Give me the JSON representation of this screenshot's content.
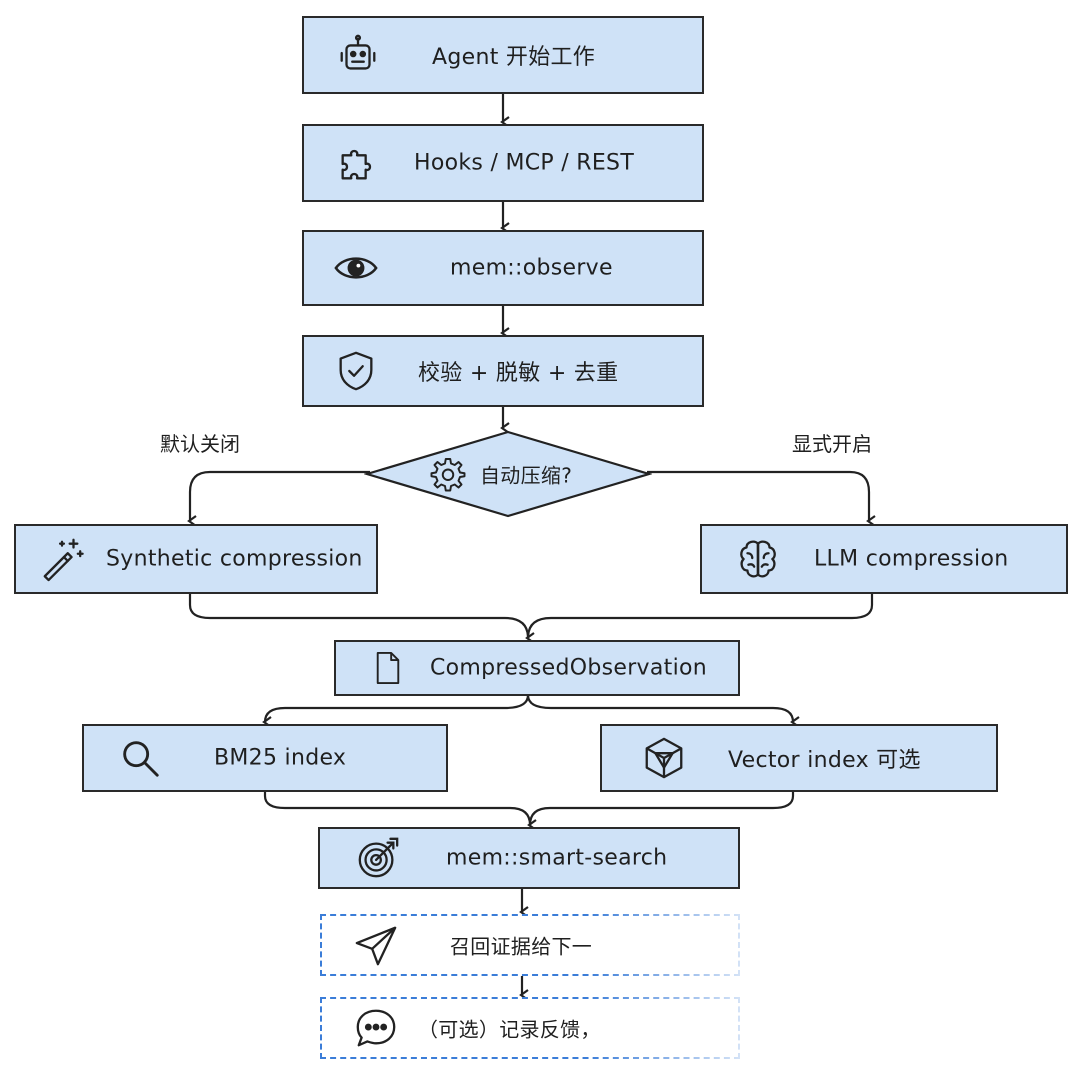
{
  "nodes": {
    "agent_start": {
      "label": "Agent 开始工作",
      "icon": "robot-icon"
    },
    "hooks": {
      "label": "Hooks / MCP / REST",
      "icon": "puzzle-icon"
    },
    "observe": {
      "label": "mem::observe",
      "icon": "eye-icon"
    },
    "validate": {
      "label": "校验 + 脱敏 + 去重",
      "icon": "shield-check-icon"
    },
    "decision": {
      "label": "自动压缩?",
      "icon": "gear-icon"
    },
    "synthetic": {
      "label": "Synthetic compression",
      "icon": "magic-wand-icon"
    },
    "llm": {
      "label": "LLM compression",
      "icon": "brain-icon"
    },
    "compressed": {
      "label": "CompressedObservation",
      "icon": "document-icon"
    },
    "bm25": {
      "label": "BM25 index",
      "icon": "search-icon"
    },
    "vector": {
      "label": "Vector index 可选",
      "icon": "cube-icon"
    },
    "smart_search": {
      "label": "mem::smart-search",
      "icon": "target-icon"
    },
    "recall": {
      "label": "召回证据给下一",
      "icon": "send-icon"
    },
    "feedback": {
      "label": "（可选）记录反馈，",
      "icon": "chat-bubble-icon"
    }
  },
  "branches": {
    "left": "默认关闭",
    "right": "显式开启"
  },
  "colors": {
    "box_fill": "#cfe2f7",
    "box_border": "#2a2a2a",
    "dashed_border": "#3b7dd8"
  }
}
